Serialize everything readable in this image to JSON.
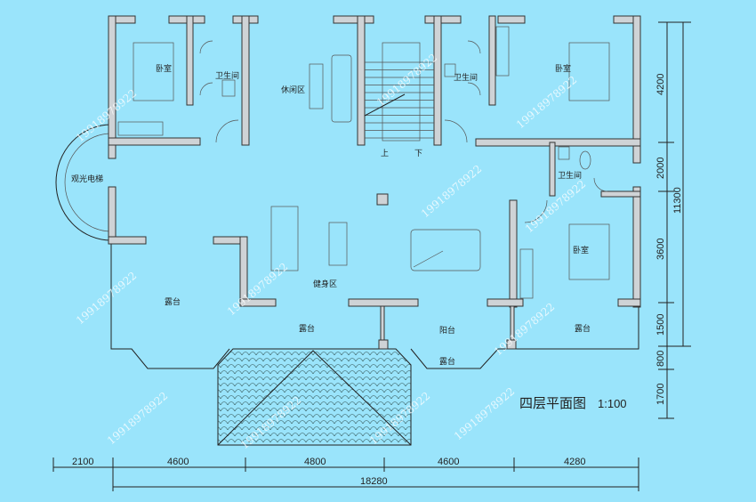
{
  "plan_title": "四层平面图",
  "scale": "1:100",
  "watermark": "19918978922",
  "rooms": {
    "bedroom_nw": "卧室",
    "bath_nw": "卫生间",
    "lounge": "休闲区",
    "stair_up": "上",
    "stair_down": "下",
    "bath_ne": "卫生间",
    "bedroom_ne": "卧室",
    "elevator": "观光电梯",
    "bath_e": "卫生间",
    "gym": "健身区",
    "bedroom_se": "卧室",
    "terrace_w": "露台",
    "terrace_s1": "露台",
    "balcony": "阳台",
    "terrace_e": "露台",
    "terrace_s2": "露台"
  },
  "dimensions": {
    "bottom": [
      "2100",
      "4600",
      "4800",
      "4600",
      "4280"
    ],
    "bottom_total": "18280",
    "right": [
      "4200",
      "2000",
      "3600",
      "1500",
      "800",
      "1700"
    ],
    "right_total": "11300"
  }
}
